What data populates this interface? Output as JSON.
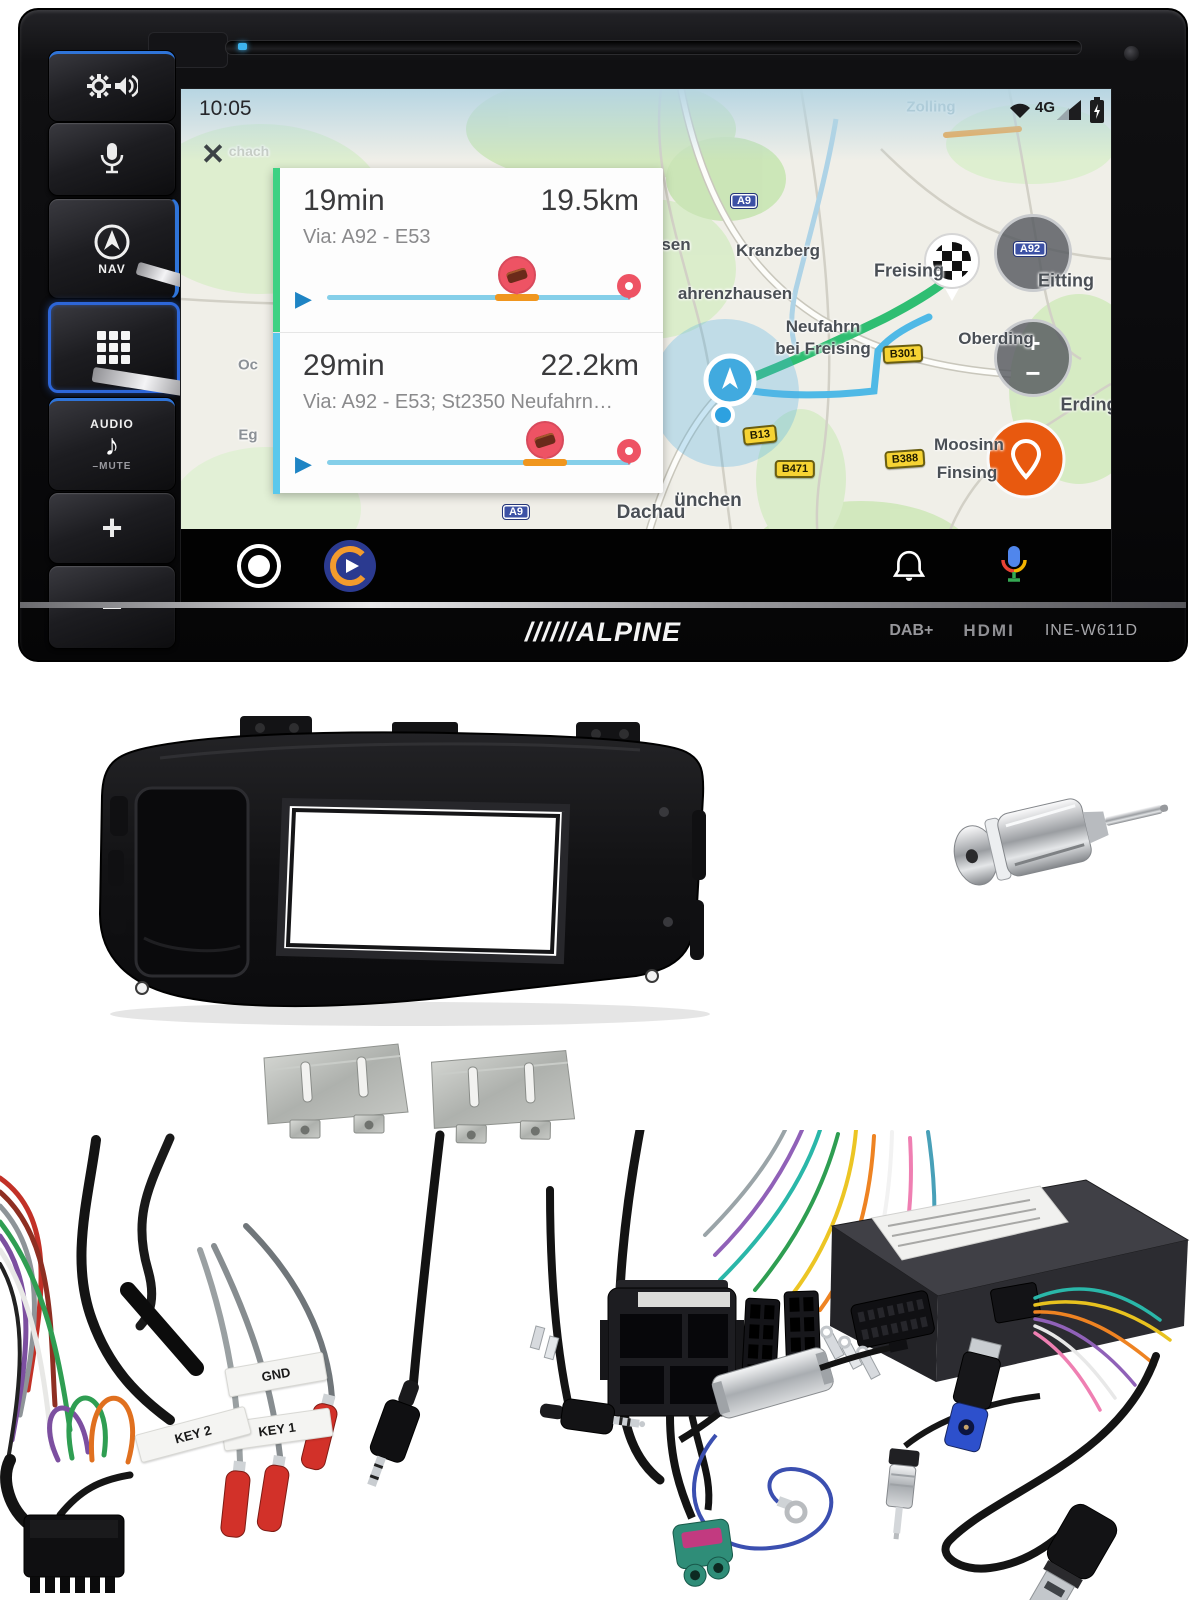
{
  "head_unit": {
    "bezel": {
      "brand_slashes": "//////",
      "brand": "ALPINE",
      "badge_dab": "DAB+",
      "badge_hdmi": "HDMI",
      "model": "INE-W611D"
    },
    "buttons": {
      "nav": "NAV",
      "audio": "AUDIO",
      "mute": "–MUTE",
      "note": "♪",
      "volume_up": "+",
      "volume_down": "−"
    }
  },
  "screen": {
    "status": {
      "time": "10:05",
      "network": "4G"
    },
    "close_glyph": "✕",
    "routes": [
      {
        "duration": "19min",
        "distance": "19.5km",
        "via": "Via: A92 - E53"
      },
      {
        "duration": "29min",
        "distance": "22.2km",
        "via": "Via: A92 - E53; St2350 Neufahrn…"
      }
    ],
    "map": {
      "labels": {
        "zolling": "Zolling",
        "chach": "chach",
        "sen": "sen",
        "fahrenzhausen": "ahrenzhausen",
        "kranzberg": "Kranzberg",
        "freising": "Freising",
        "neufahrn_line1": "Neufahrn",
        "neufahrn_line2": "bei Freising",
        "oberding": "Oberding",
        "eitting": "Eitting",
        "erding": "Erding",
        "moosinning": "Moosinn",
        "finsing": "Finsing",
        "muenchen": "ünchen",
        "dachau": "Dachau",
        "frag_oc": "Oc",
        "frag_eg": "Eg"
      },
      "badges": {
        "a9": "A9",
        "a92": "A92",
        "a9_south": "A9",
        "b301": "B301",
        "b13": "B13",
        "b471": "B471",
        "b388": "B388"
      },
      "zoom_in": "+",
      "zoom_out": "−"
    }
  },
  "accessories": {
    "wire_labels": {
      "gnd": "GND",
      "key1": "KEY 1",
      "key2": "KEY 2"
    }
  },
  "colors": {
    "accent_blue": "#2f74d8",
    "route_green": "#2fbe72",
    "route_alt_blue": "#4fb9e6",
    "badge_yellow": "#f6d333",
    "motorway_blue": "#3c51a5",
    "report_orange": "#e8590f",
    "card_accent_green": "#3ed183",
    "card_accent_blue": "#5ac8ec"
  }
}
